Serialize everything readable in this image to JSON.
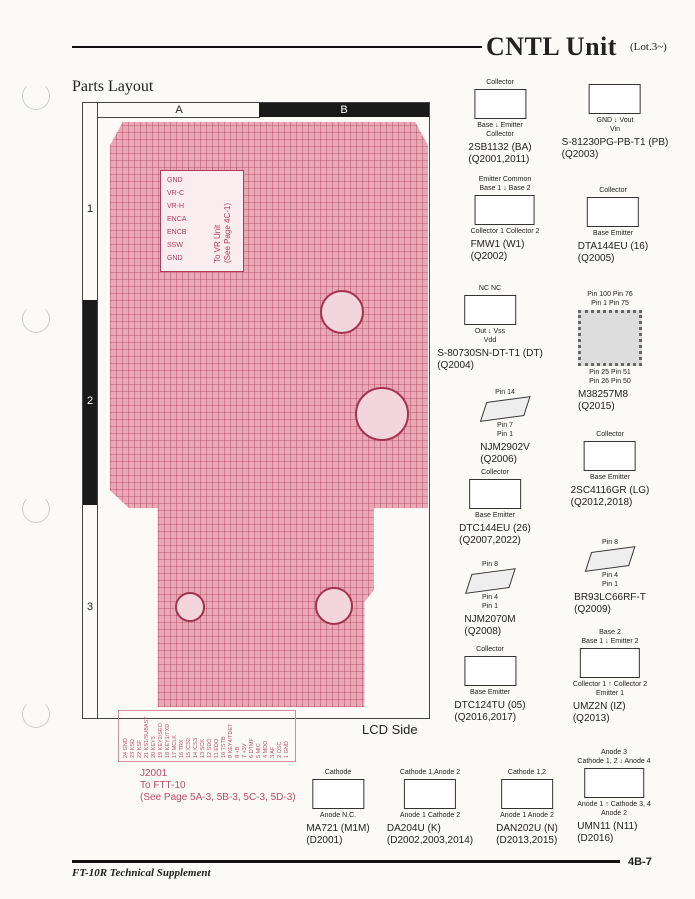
{
  "header": {
    "title": "CNTL Unit",
    "lot": "(Lot.3~)"
  },
  "section_title": "Parts Layout",
  "grid": {
    "columns": [
      "A",
      "B"
    ],
    "rows": [
      "1",
      "2",
      "3"
    ]
  },
  "vr_connector": {
    "pins": [
      "GND",
      "VR-C",
      "VR-H",
      "ENCA",
      "ENCB",
      "SSW",
      "GND"
    ],
    "note1": "To VR Unit",
    "note2": "(See Page 4C-1)"
  },
  "j2001": {
    "pins": [
      "24 GND",
      "23 KSD",
      "22 KSF",
      "21 KS1/SUBAST",
      "20 KEY3",
      "19 KEY2/SEO",
      "18 KEY1/TXD",
      "17 MCLK",
      "16 TRX",
      "15 /CS2",
      "14 /CS3",
      "13 SCK",
      "12 SDO",
      "11 EDO",
      "10 TSTB",
      "9 KEY4/TDET",
      "8 +B",
      "7 +3V",
      "6 DTMF",
      "5 MIC",
      "4 MDO",
      "3 AF",
      "2 OSC",
      "1 GND"
    ],
    "label": "J2001",
    "to": "To FTT-10",
    "see": "(See Page 5A-3, 5B-3, 5C-3, 5D-3)"
  },
  "board_side": "LCD Side",
  "parts": [
    {
      "name": "2SB1132 (BA)",
      "ref": "(Q2001,2011)",
      "top": "Collector",
      "bottom": "Base ↓ Emitter",
      "bottom2": "Collector",
      "kind": "sot"
    },
    {
      "name": "S-81230PG-PB-T1 (PB)",
      "ref": "(Q2003)",
      "top": "",
      "bottom": "GND ↓ Vout",
      "bottom2": "Vin",
      "kind": "sot"
    },
    {
      "name": "FMW1 (W1)",
      "ref": "(Q2002)",
      "top": "Emitter Common",
      "top2": "Base 1 ↓ Base 2",
      "bottom": "Collector 1      Collector 2",
      "kind": "sot6"
    },
    {
      "name": "DTA144EU (16)",
      "ref": "(Q2005)",
      "top": "Collector",
      "bottom": "Base      Emitter",
      "kind": "sot"
    },
    {
      "name": "S-80730SN-DT-T1 (DT)",
      "ref": "(Q2004)",
      "top": "NC      NC",
      "bottom": "Out ↓ Vss",
      "bottom2": "Vdd",
      "kind": "sot"
    },
    {
      "name": "M38257M8",
      "ref": "(Q2015)",
      "top": "Pin 100        Pin 76",
      "top2": "Pin 1                    Pin 75",
      "bottom": "Pin 25                   Pin 51",
      "bottom2": "Pin 26        Pin 50",
      "kind": "qfp"
    },
    {
      "name": "NJM2902V",
      "ref": "(Q2006)",
      "top": "Pin 14",
      "bottom": "Pin 7",
      "bottom2": "Pin 1",
      "kind": "ic"
    },
    {
      "name": "2SC4116GR (LG)",
      "ref": "(Q2012,2018)",
      "top": "Collector",
      "bottom": "Base  Emitter",
      "kind": "sot"
    },
    {
      "name": "DTC144EU (26)",
      "ref": "(Q2007,2022)",
      "top": "Collector",
      "bottom": "Base   Emitter",
      "kind": "sot"
    },
    {
      "name": "BR93LC66RF-T",
      "ref": "(Q2009)",
      "top": "Pin 8",
      "bottom": "Pin 4",
      "bottom2": "Pin 1",
      "kind": "ic"
    },
    {
      "name": "NJM2070M",
      "ref": "(Q2008)",
      "top": "Pin 8",
      "bottom": "Pin 4",
      "bottom2": "Pin 1",
      "kind": "ic"
    },
    {
      "name": "UMZ2N (IZ)",
      "ref": "(Q2013)",
      "top": "Base 2",
      "top2": "Base 1 ↓ Emitter 2",
      "bottom": "Collector 1 ↑ Collector 2",
      "bottom2": "Emitter 1",
      "kind": "sot6"
    },
    {
      "name": "DTC124TU (05)",
      "ref": "(Q2016,2017)",
      "top": "Collector",
      "bottom": "Base        Emitter",
      "kind": "sot"
    },
    {
      "name": "MA721 (M1M)",
      "ref": "(D2001)",
      "top": "Cathode",
      "bottom": "Anode   N.C.",
      "kind": "sot"
    },
    {
      "name": "DA204U (K)",
      "ref": "(D2002,2003,2014)",
      "top": "Cathode 1,Anode 2",
      "bottom": "Anode 1  Cathode 2",
      "kind": "sot"
    },
    {
      "name": "DAN202U (N)",
      "ref": "(D2013,2015)",
      "top": "Cathode 1,2",
      "bottom": "Anode 1 Anode 2",
      "kind": "sot"
    },
    {
      "name": "UMN11 (N11)",
      "ref": "(D2016)",
      "top": "Anode 3",
      "top2": "Cathode 1, 2 ↓ Anode 4",
      "bottom": "Anode 1 ↑ Cathode 3, 4",
      "bottom2": "Anode 2",
      "kind": "sot6"
    }
  ],
  "footer": {
    "doc": "FT-10R Technical Supplement",
    "page": "4B-7"
  }
}
